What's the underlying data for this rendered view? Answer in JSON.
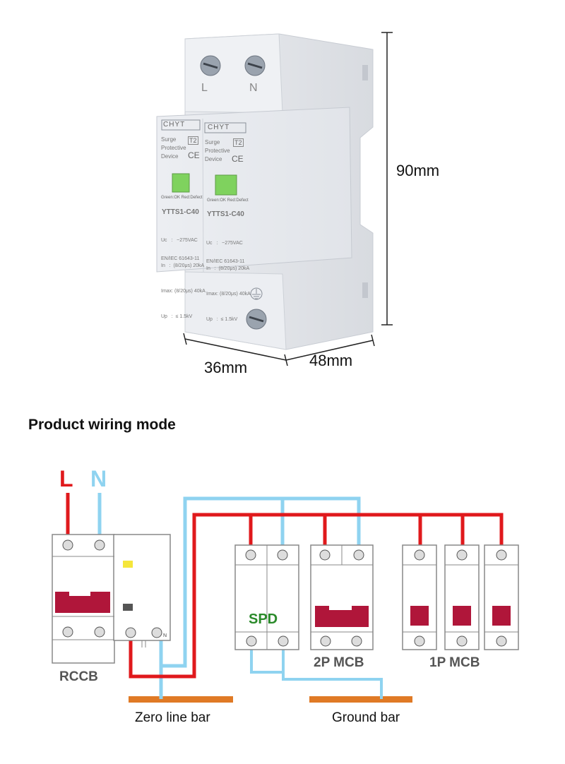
{
  "product": {
    "brand": "CHYT",
    "class_badge": "T2",
    "device_name": [
      "Surge",
      "Protective",
      "Device"
    ],
    "ce_mark": "CE",
    "status_text": "Green:OK  Red:Defect",
    "model": "YTTS1-C40",
    "spec_lines": [
      "Uc   :   ~275VAC",
      "In   :  (8/20μs) 20kA",
      "Imax: (8/20μs) 40kA",
      "Up   :  ≤ 1.5kV"
    ],
    "standard": "EN/IEC 61643-11",
    "terminal_L": "L",
    "terminal_N": "N"
  },
  "dimensions": {
    "height": "90mm",
    "width": "36mm",
    "depth": "48mm"
  },
  "wiring": {
    "title": "Product wiring mode",
    "line_label": "L",
    "neutral_label": "N",
    "rccb_label": "RCCB",
    "rccb_n_mark": "N",
    "spd_label": "SPD",
    "mcb2p_label": "2P MCB",
    "mcb1p_label": "1P MCB",
    "zero_bar_label": "Zero line bar",
    "ground_bar_label": "Ground bar",
    "colors": {
      "live": "#e0191c",
      "neutral": "#8fd3f0",
      "bar": "#e07a25",
      "handle": "#b0163a",
      "spd_text": "#2a8a2a"
    }
  }
}
